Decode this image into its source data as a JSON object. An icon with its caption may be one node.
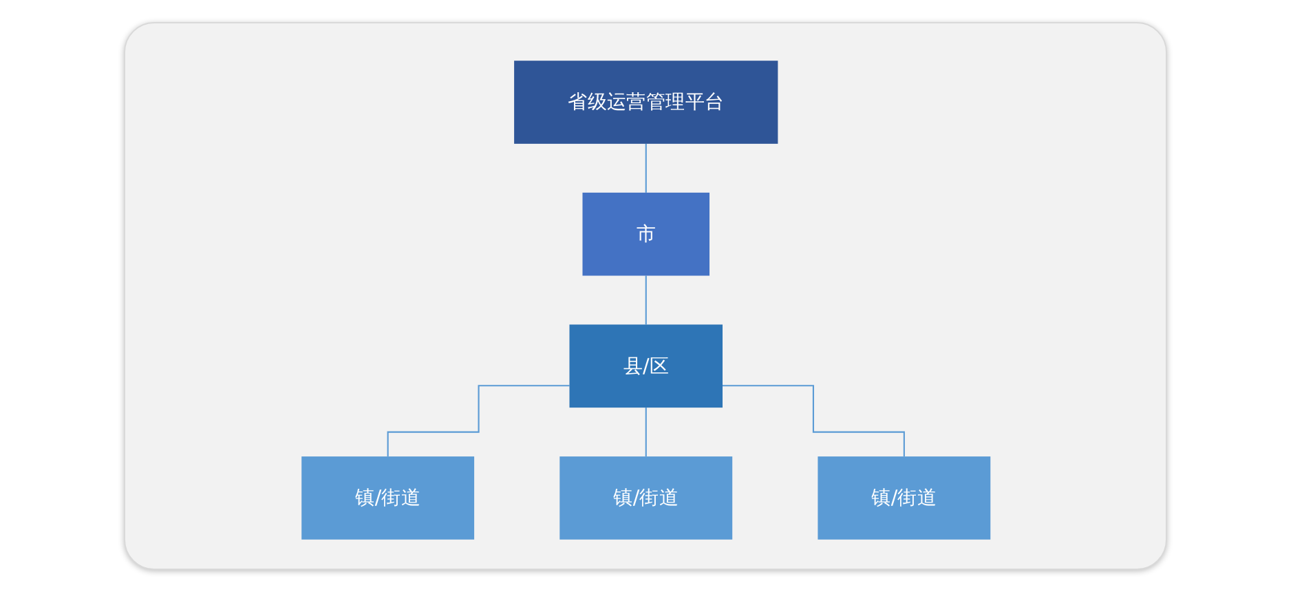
{
  "diagram": {
    "nodes": [
      {
        "text": [
          "省级运营管理平台"
        ]
      },
      {
        "text": [
          "市"
        ]
      },
      {
        "text": [
          "县/区"
        ]
      },
      {
        "text": [
          "镇/街道"
        ]
      },
      {
        "text": [
          "镇/街道"
        ]
      },
      {
        "text": [
          "镇/街道"
        ]
      }
    ],
    "edges": [
      {
        "from": 0,
        "to": 1,
        "arrow": "none"
      },
      {
        "from": 1,
        "to": 2,
        "arrow": "none"
      },
      {
        "from": 2,
        "to": 3,
        "arrow": "none"
      },
      {
        "from": 2,
        "to": 4,
        "arrow": "none"
      },
      {
        "from": 2,
        "to": 5,
        "arrow": "none"
      }
    ]
  }
}
